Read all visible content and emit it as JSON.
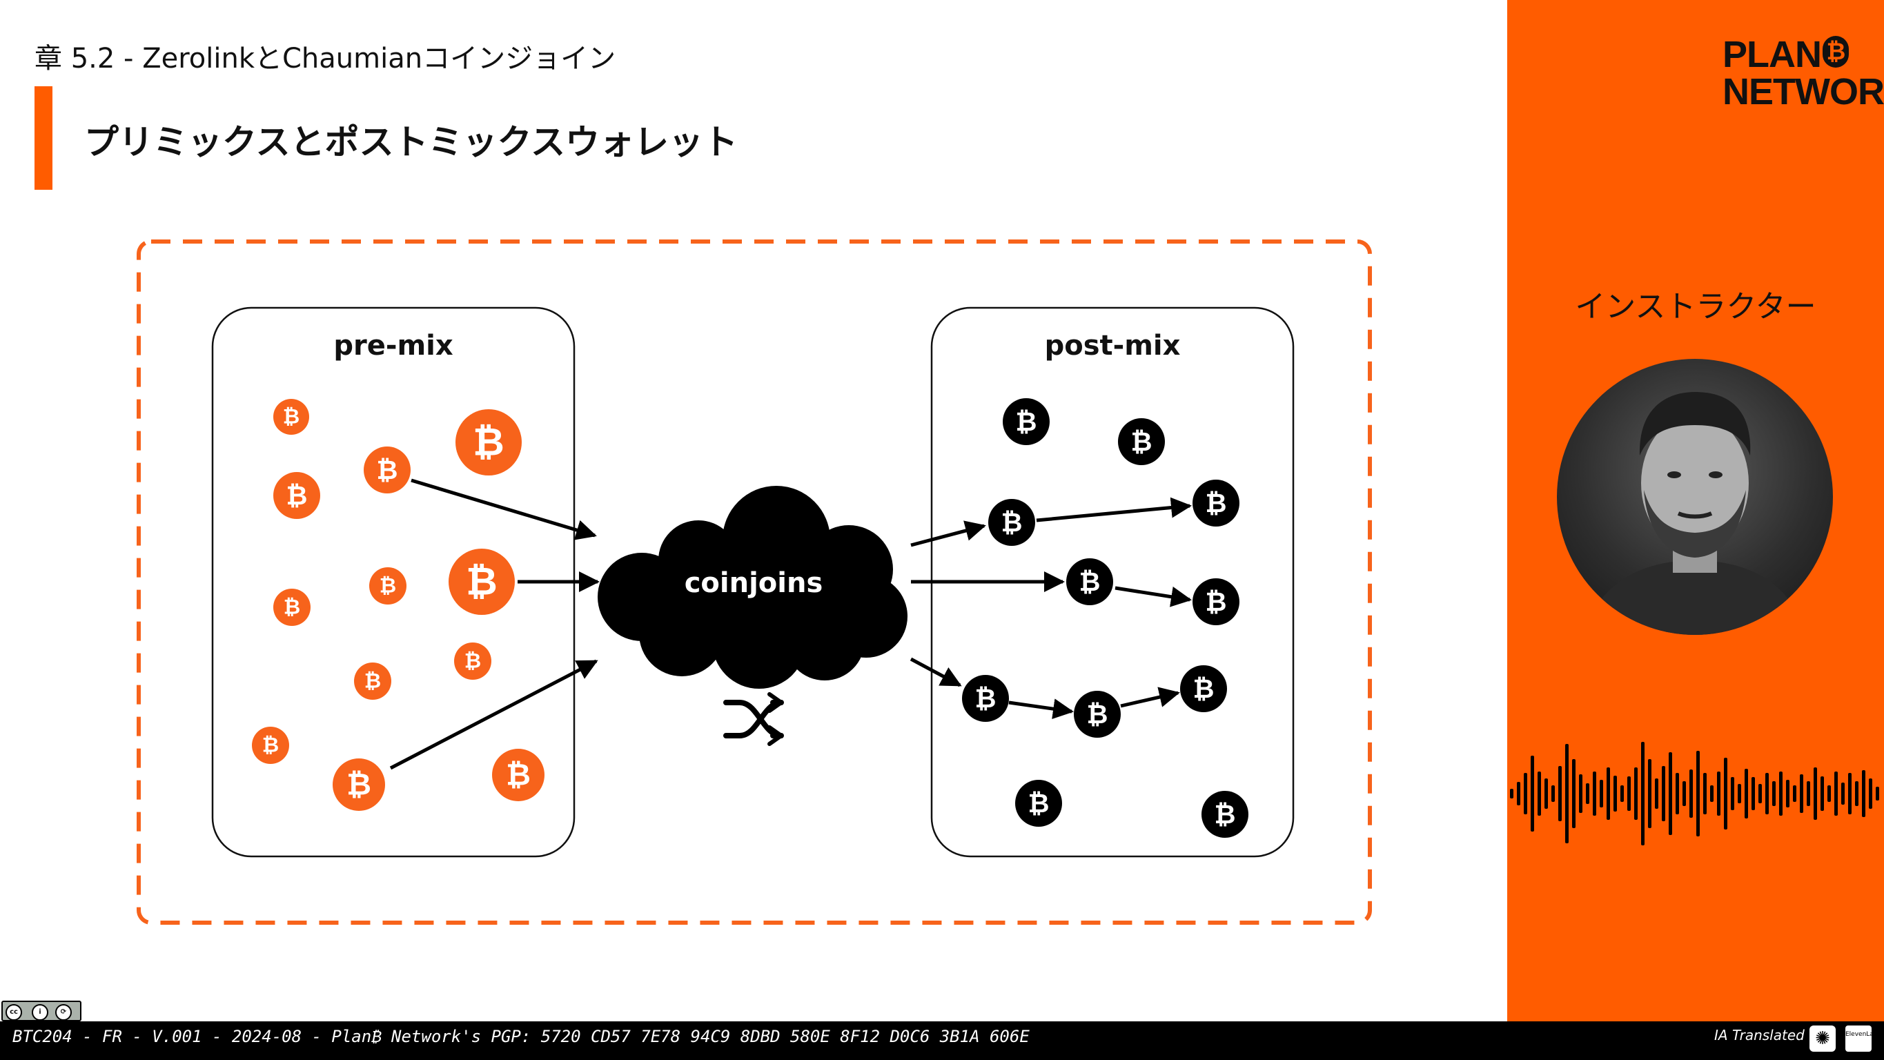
{
  "header": {
    "chapter": "章 5.2 - ZerolinkとChaumianコインジョイン",
    "title": "プリミックスとポストミックスウォレット"
  },
  "diagram": {
    "premix_label": "pre-mix",
    "postmix_label": "post-mix",
    "cloud_label": "coinjoins",
    "coin_symbol": "₿",
    "shuffle_icon": "shuffle-icon",
    "premix_coin_color": "#f7631b",
    "postmix_coin_color": "#000000",
    "frame_color": "#f7631b"
  },
  "sidebar": {
    "logo_line1": "PLAN",
    "logo_b": "₿",
    "logo_line2": "NETWORK",
    "instructor_label": "インストラクター",
    "accent_color": "#ff5c00"
  },
  "footer": {
    "text": "BTC204 - FR - V.001 - 2024-08 - Plan₿ Network's PGP: 5720 CD57 7E78 94C9 8DBD 580E 8F12 D0C6 3B1A 606E",
    "ia_translated": "IA Translated",
    "openai_glyph": "✺",
    "elevenlabs_label": "ElevenLabs"
  },
  "license": {
    "cc": "cc",
    "by": "i",
    "sa": "⟳"
  }
}
